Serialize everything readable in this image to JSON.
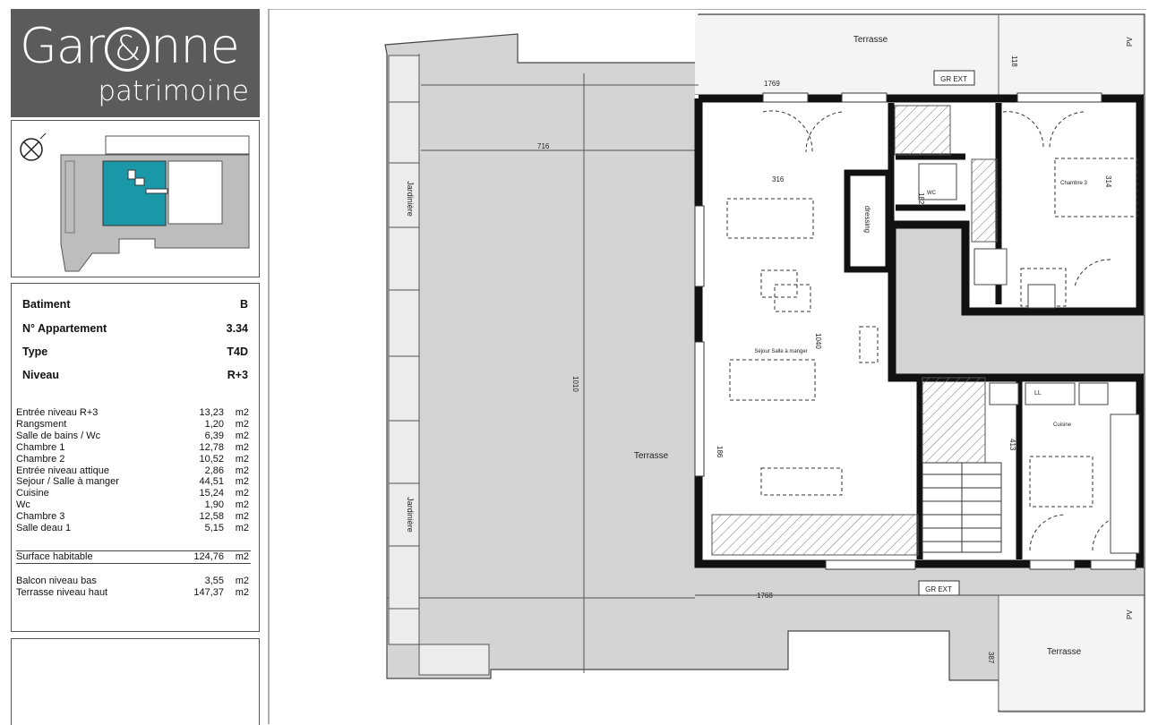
{
  "logo": {
    "brand_left": "Gar",
    "brand_amp": "&",
    "brand_right": "nne",
    "sub": "patrimoine"
  },
  "keyplan": {
    "icon": "compass-rose-icon",
    "highlight_color": "#1b98a8"
  },
  "apartment": {
    "rows": [
      {
        "label": "Batiment",
        "value": "B"
      },
      {
        "label": "N° Appartement",
        "value": "3.34"
      },
      {
        "label": "Type",
        "value": "T4D"
      },
      {
        "label": "Niveau",
        "value": "R+3"
      }
    ]
  },
  "surfaces": [
    {
      "label": "Entrée niveau R+3",
      "value": "13,23",
      "unit": "m2"
    },
    {
      "label": "Rangsment",
      "value": "1,20",
      "unit": "m2"
    },
    {
      "label": "Salle de bains / Wc",
      "value": "6,39",
      "unit": "m2"
    },
    {
      "label": "Chambre 1",
      "value": "12,78",
      "unit": "m2"
    },
    {
      "label": "Chambre 2",
      "value": "10,52",
      "unit": "m2"
    },
    {
      "label": "Entrée niveau attique",
      "value": "2,86",
      "unit": "m2"
    },
    {
      "label": "Sejour / Salle à manger",
      "value": "44,51",
      "unit": "m2"
    },
    {
      "label": "Cuisine",
      "value": "15,24",
      "unit": "m2"
    },
    {
      "label": "Wc",
      "value": "1,90",
      "unit": "m2"
    },
    {
      "label": "Chambre 3",
      "value": "12,58",
      "unit": "m2"
    },
    {
      "label": "Salle deau 1",
      "value": "5,15",
      "unit": "m2"
    }
  ],
  "surface_habitable": {
    "label": "Surface habitable",
    "value": "124,76",
    "unit": "m2"
  },
  "exterieurs": [
    {
      "label": "Balcon niveau bas",
      "value": "3,55",
      "unit": "m2"
    },
    {
      "label": "Terrasse niveau haut",
      "value": "147,37",
      "unit": "m2"
    }
  ],
  "plan": {
    "terrace_top": "Terrasse",
    "terrace_main": "Terrasse",
    "terrace_bottom": "Terrasse",
    "gr_ext_top": "GR EXT",
    "gr_ext_bottom": "GR EXT",
    "pv_top": "PV",
    "pv_bottom": "PV",
    "jardiniere_1": "Jardinière",
    "jardiniere_2": "Jardinière",
    "dim_1769": "1769",
    "dim_716": "716",
    "dim_316": "316",
    "dim_1010": "1010",
    "dim_1768": "1768",
    "dim_1040": "1040",
    "dim_413": "413",
    "dim_387": "387",
    "dim_118": "118",
    "dim_314": "314",
    "dim_186": "186",
    "dim_182": "182",
    "sejour_label": "Séjour Salle à manger",
    "chambre_label": "Chambre 3",
    "cuisine_label": "Cuisine",
    "dressing_label": "dressing",
    "wc_label": "WC",
    "ll_label": "LL"
  }
}
